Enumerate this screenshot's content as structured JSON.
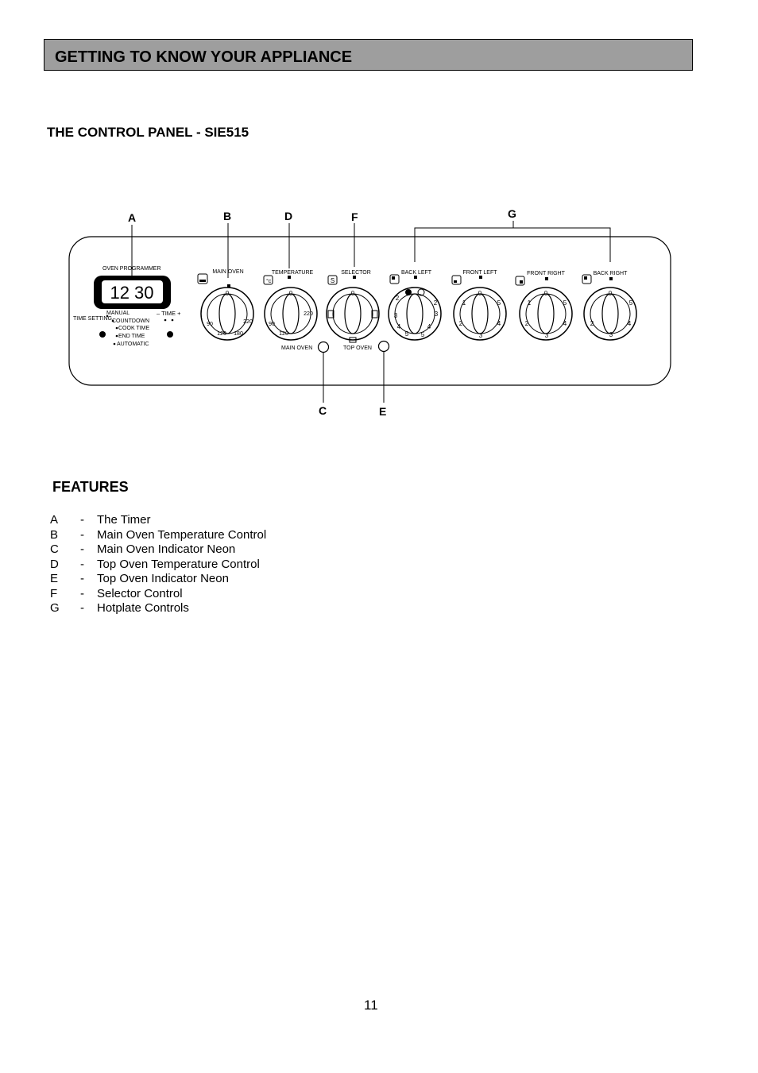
{
  "header": {
    "title": "GETTING TO KNOW YOUR APPLIANCE"
  },
  "control_panel": {
    "title": "THE CONTROL PANEL - SIE515",
    "callouts": [
      "A",
      "B",
      "D",
      "F",
      "G",
      "C",
      "E"
    ],
    "programmer": {
      "label": "OVEN PROGRAMMER",
      "display": "12 30",
      "time_setting": "TIME SETTING",
      "time_adjust": "– TIME +",
      "modes": [
        "MANUAL",
        "COUNTDOWN",
        "COOK TIME",
        "END TIME",
        "AUTOMATIC"
      ]
    },
    "knobs": [
      {
        "label": "MAIN OVEN"
      },
      {
        "label": "TEMPERATURE"
      },
      {
        "label": "SELECTOR",
        "symbol": "S"
      },
      {
        "label": "BACK LEFT"
      },
      {
        "label": "FRONT LEFT"
      },
      {
        "label": "FRONT RIGHT"
      },
      {
        "label": "BACK RIGHT"
      }
    ],
    "neons": [
      {
        "label": "MAIN OVEN"
      },
      {
        "label": "TOP OVEN"
      }
    ]
  },
  "features": {
    "title": "FEATURES",
    "items": [
      {
        "letter": "A",
        "dash": "-",
        "text": "The Timer"
      },
      {
        "letter": "B",
        "dash": "-",
        "text": "Main Oven Temperature Control"
      },
      {
        "letter": "C",
        "dash": "-",
        "text": "Main Oven Indicator Neon"
      },
      {
        "letter": "D",
        "dash": "-",
        "text": "Top Oven Temperature Control"
      },
      {
        "letter": "E",
        "dash": "-",
        "text": "Top Oven Indicator Neon"
      },
      {
        "letter": "F",
        "dash": "-",
        "text": "Selector Control"
      },
      {
        "letter": "G",
        "dash": "-",
        "text": "Hotplate Controls"
      }
    ]
  },
  "footer": {
    "page_number": "11"
  }
}
